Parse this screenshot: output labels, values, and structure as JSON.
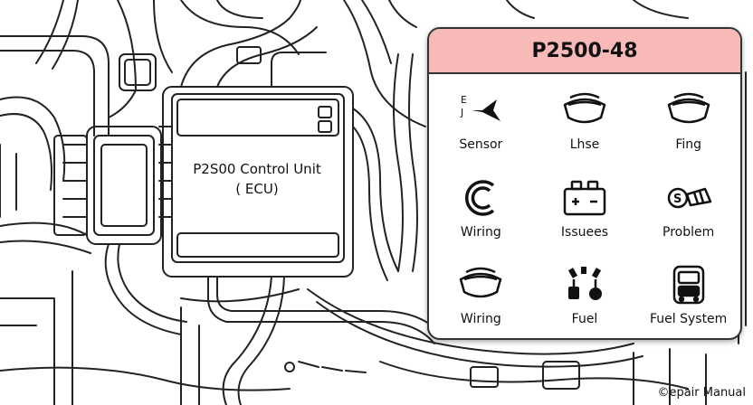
{
  "ecu": {
    "line1": "P2S00 Control Unit",
    "line2": "( ECU)"
  },
  "panel": {
    "title": "P2500-48",
    "items": [
      {
        "label": "Sensor",
        "icon": "sensor-icon"
      },
      {
        "label": "Lhse",
        "icon": "bowl-icon"
      },
      {
        "label": "Fing",
        "icon": "bowl-icon"
      },
      {
        "label": "Wiring",
        "icon": "wiring-icon"
      },
      {
        "label": "Issuees",
        "icon": "battery-icon"
      },
      {
        "label": "Problem",
        "icon": "connector-icon"
      },
      {
        "label": "Wiring",
        "icon": "bowl-icon"
      },
      {
        "label": "Fuel",
        "icon": "fuel-icon"
      },
      {
        "label": "Fuel System",
        "icon": "fuel-system-icon"
      }
    ]
  },
  "footer": {
    "text": "©epair Manual"
  }
}
